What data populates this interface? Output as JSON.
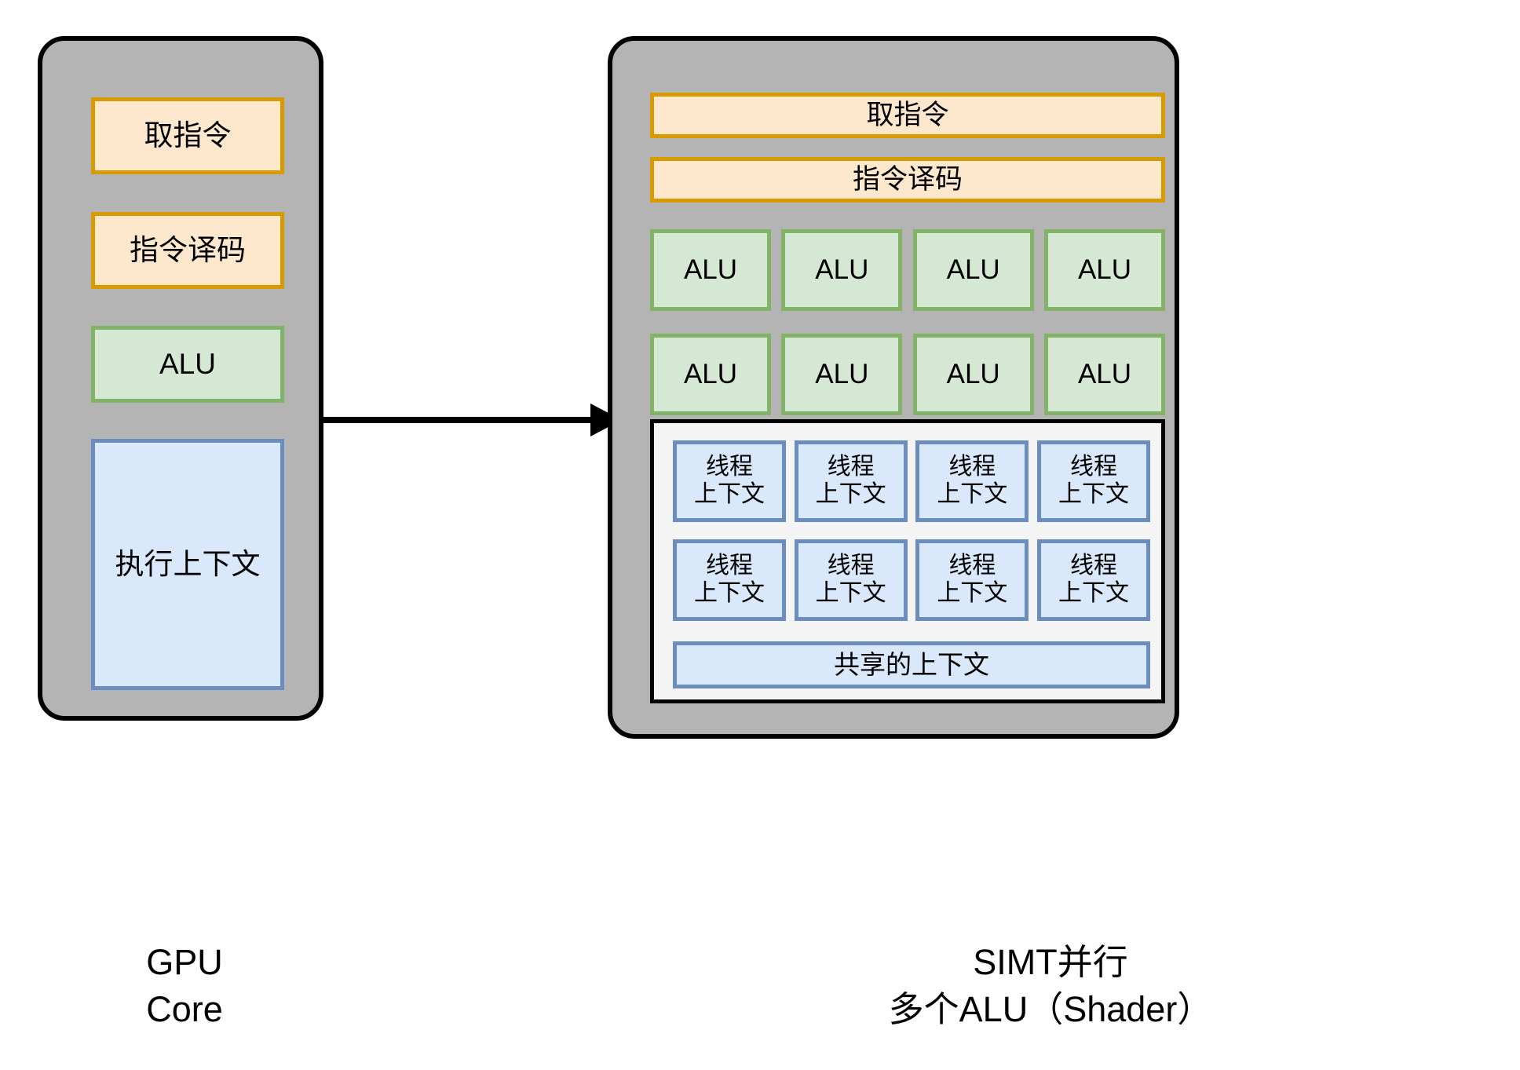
{
  "diagram": {
    "title_left": "GPU\nCore",
    "title_right": "SIMT并行\n多个ALU（Shader）",
    "colors": {
      "panel_fill": "#b4b4b4",
      "panel_stroke": "#000000",
      "orange_fill": "#fde8cd",
      "orange_stroke": "#d79b00",
      "green_fill": "#d5e8d4",
      "green_stroke": "#82b366",
      "blue_fill": "#dae8fc",
      "blue_stroke": "#6c8ebf",
      "context_panel_fill": "#f4f4f4",
      "arrow": "#000000"
    }
  },
  "left_core": {
    "fetch": "取指令",
    "decode": "指令译码",
    "alu": "ALU",
    "exec_context": "执行上下文"
  },
  "right_simt": {
    "fetch": "取指令",
    "decode": "指令译码",
    "alus_row1": [
      "ALU",
      "ALU",
      "ALU",
      "ALU"
    ],
    "alus_row2": [
      "ALU",
      "ALU",
      "ALU",
      "ALU"
    ],
    "threads_row1": [
      "线程\n上下文",
      "线程\n上下文",
      "线程\n上下文",
      "线程\n上下文"
    ],
    "threads_row2": [
      "线程\n上下文",
      "线程\n上下文",
      "线程\n上下文",
      "线程\n上下文"
    ],
    "shared_context": "共享的上下文"
  },
  "arrow": {
    "label": ""
  }
}
